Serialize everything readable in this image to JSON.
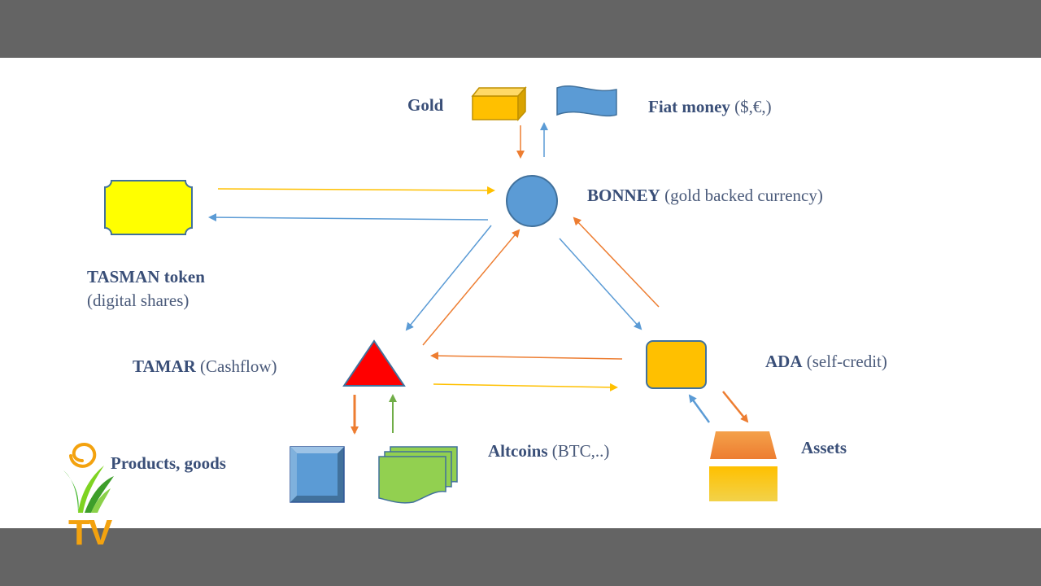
{
  "labels": {
    "gold": "Gold",
    "fiat_name": "Fiat money",
    "fiat_desc": "($,€,)",
    "bonney_name": "BONNEY",
    "bonney_desc": "(gold backed currency)",
    "tasman_name": "TASMAN token",
    "tasman_desc": "(digital shares)",
    "tamar_name": "TAMAR",
    "tamar_desc": "(Cashflow)",
    "ada_name": "ADA",
    "ada_desc": "(self-credit)",
    "products": "Products, goods",
    "altcoins_name": "Altcoins",
    "altcoins_desc": "(BTC,..)",
    "assets": "Assets"
  },
  "logo": {
    "text": "TV"
  },
  "colors": {
    "frame": "#646464",
    "text": "#3a4f78",
    "blue": "#5b9bd5",
    "orange": "#ed7d31",
    "yellow": "#ffc000",
    "green": "#70ad47",
    "red": "#ff0000"
  }
}
